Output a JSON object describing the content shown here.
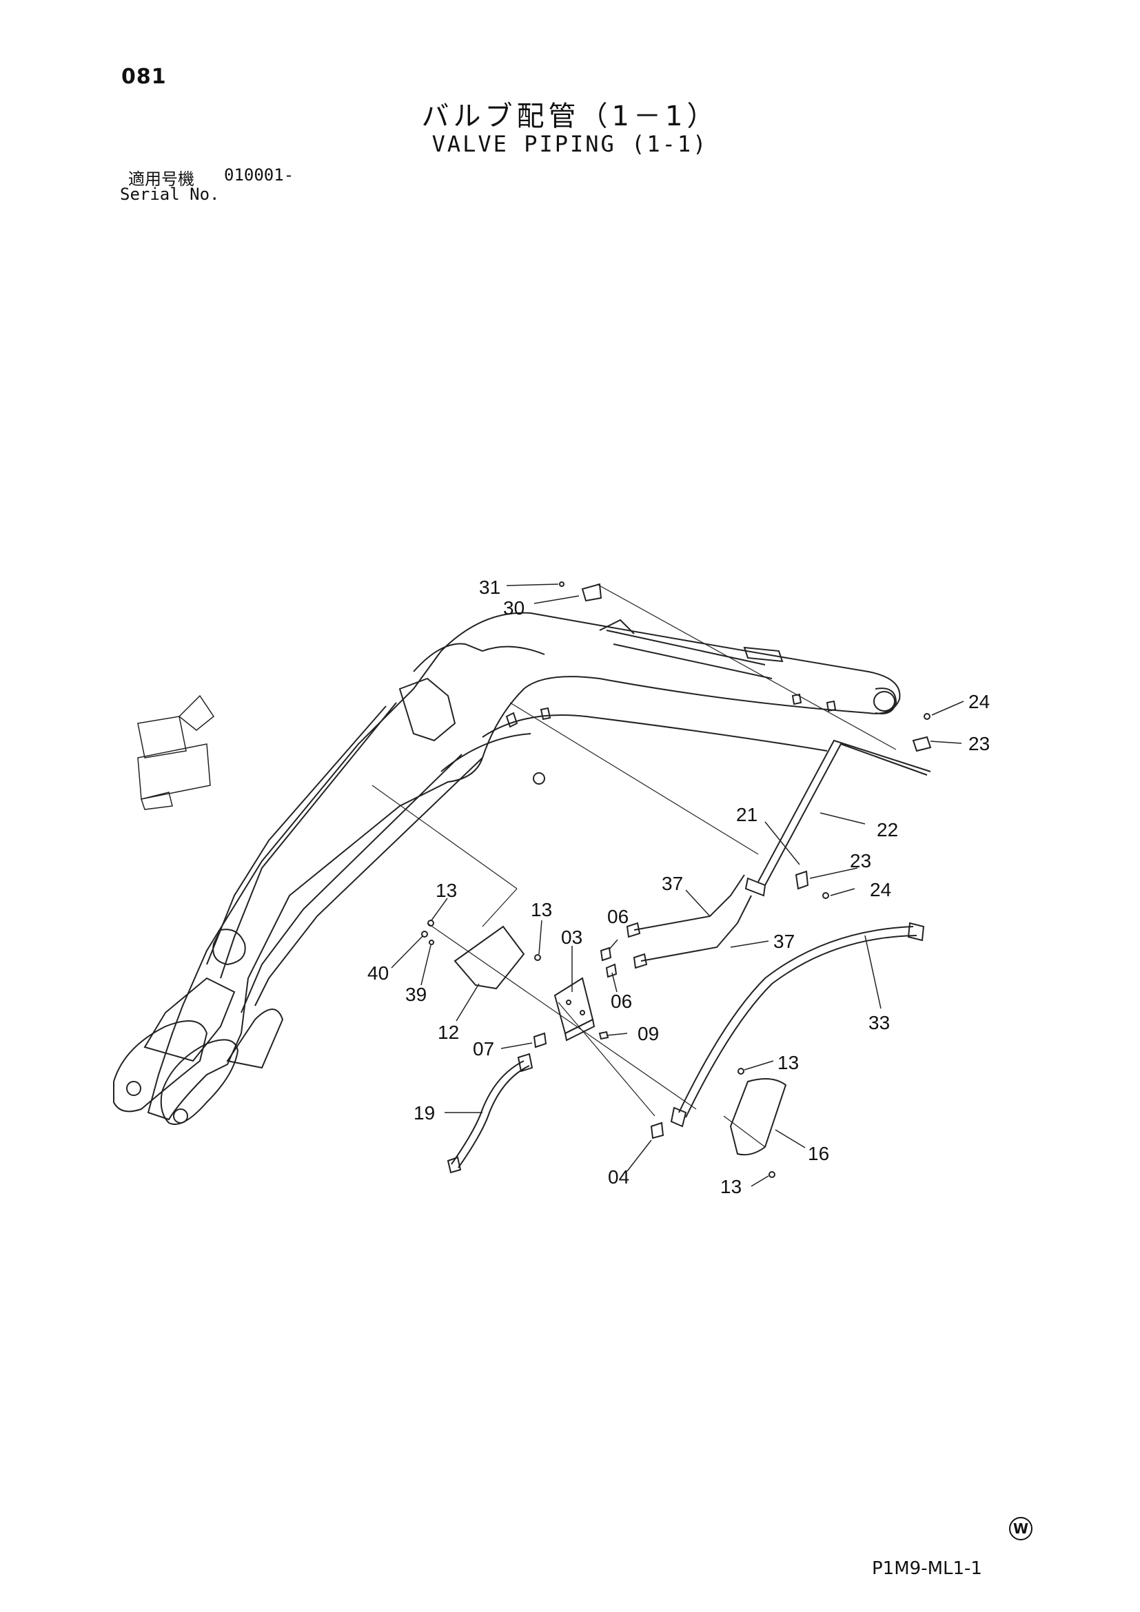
{
  "page_number": "081",
  "title_jp": "バルブ配管（1－1）",
  "title_en": "VALVE PIPING (1-1)",
  "serial_label_jp": "適用号機",
  "serial_value": "010001-",
  "serial_label_en": "Serial No.",
  "part_labels": [
    "31",
    "30",
    "24",
    "23",
    "21",
    "22",
    "23",
    "24",
    "37",
    "37",
    "06",
    "06",
    "13",
    "13",
    "03",
    "40",
    "39",
    "12",
    "09",
    "07",
    "33",
    "13",
    "19",
    "16",
    "04",
    "13"
  ],
  "footer_mark": "W",
  "footer_code": "P1M9-ML1-1"
}
